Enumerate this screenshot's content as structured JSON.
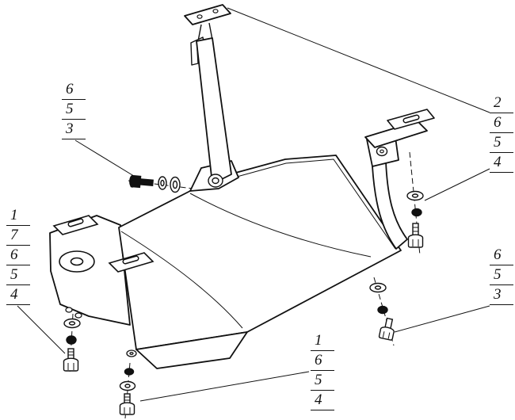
{
  "drawing": {
    "background": "#ffffff",
    "line_color": "#111111",
    "type": "exploded-parts-diagram"
  },
  "callouts": [
    {
      "name": "top-left",
      "items": [
        "6",
        "5",
        "3"
      ]
    },
    {
      "name": "right-upper",
      "items": [
        "2",
        "6",
        "5",
        "4"
      ]
    },
    {
      "name": "left",
      "items": [
        "1",
        "7",
        "6",
        "5",
        "4"
      ]
    },
    {
      "name": "right-lower",
      "items": [
        "6",
        "5",
        "3"
      ]
    },
    {
      "name": "bottom",
      "items": [
        "1",
        "6",
        "5",
        "4"
      ]
    }
  ]
}
